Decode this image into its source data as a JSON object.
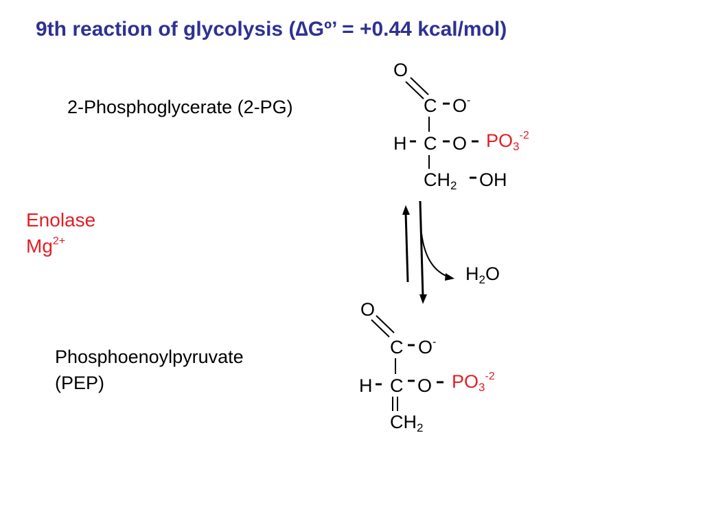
{
  "title": {
    "prefix": "9th reaction of glycolysis (",
    "delta": "∆",
    "suffix": "Gº’ = +0.44 kcal/mol)"
  },
  "substrate": {
    "name": "2-Phosphoglycerate (2-PG)",
    "atoms": {
      "o_top": "O",
      "c1": "C",
      "o_minus": "O",
      "o_minus_charge": "-",
      "h": "H",
      "c2": "C",
      "o_ester": "O",
      "po3": "PO",
      "po3_sub": "3",
      "po3_charge": "-2",
      "ch2": "CH",
      "ch2_sub": "2",
      "oh": "OH"
    }
  },
  "enzyme": {
    "name": "Enolase",
    "cofactor": "Mg",
    "cofactor_charge": "2+"
  },
  "byproduct": {
    "formula": "H",
    "sub": "2",
    "rest": "O"
  },
  "product": {
    "name_line1": "Phosphoenoylpyruvate",
    "name_line2": "(PEP)",
    "atoms": {
      "o_top": "O",
      "c1": "C",
      "o_minus": "O",
      "o_minus_charge": "-",
      "h": "H",
      "c2": "C",
      "o_ester": "O",
      "po3": "PO",
      "po3_sub": "3",
      "po3_charge": "-2",
      "ch2": "CH",
      "ch2_sub": "2"
    }
  },
  "colors": {
    "title": "#2e3192",
    "enzyme": "#e31e24",
    "phosphate": "#e31e24"
  }
}
